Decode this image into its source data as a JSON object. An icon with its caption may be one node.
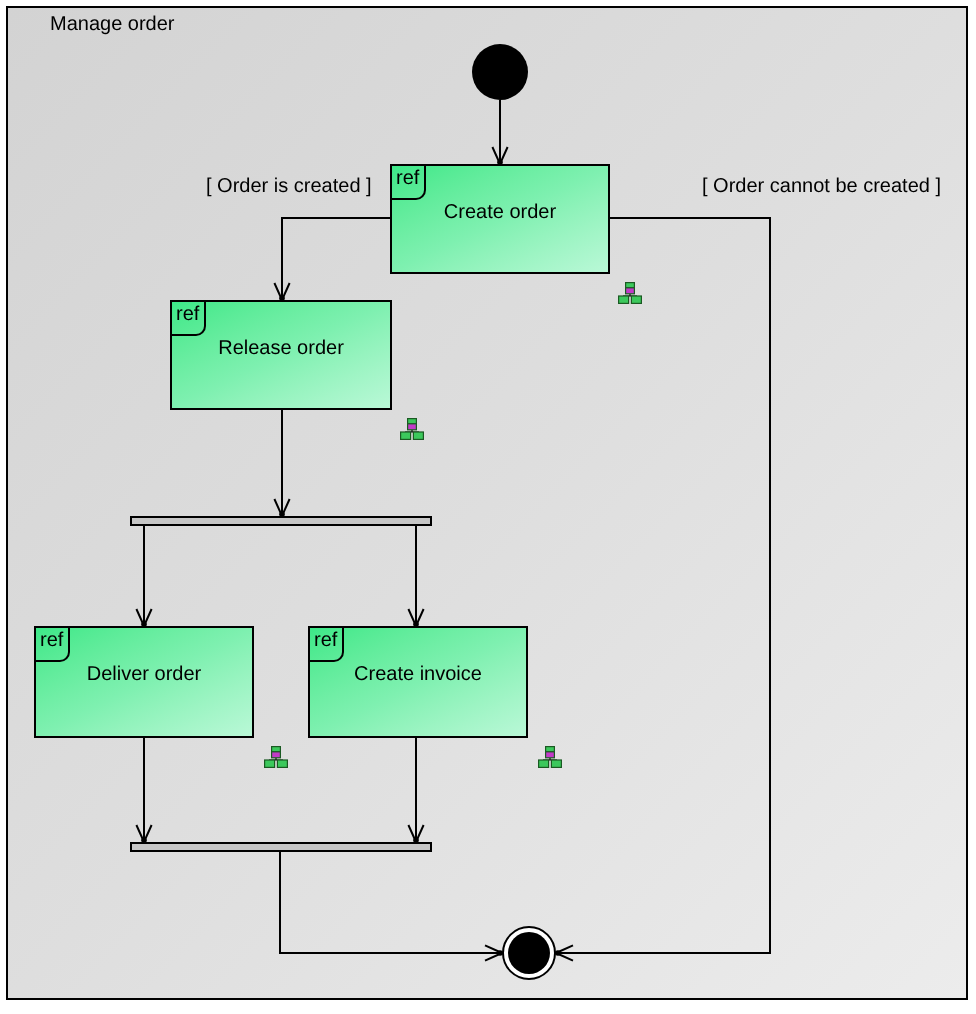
{
  "diagram": {
    "nodes": [
      {
        "text": [
          "Manage order"
        ]
      },
      {
        "text": [],
        "shape": "circle",
        "in": 0
      },
      {
        "text": [
          "ref",
          "Create order"
        ],
        "in": 0
      },
      {
        "text": [
          "ref",
          "Release order"
        ],
        "in": 0
      },
      {
        "text": [],
        "shape": "bar",
        "in": 0
      },
      {
        "text": [
          "ref",
          "Deliver order"
        ],
        "in": 0
      },
      {
        "text": [
          "ref",
          "Create invoice"
        ],
        "in": 0
      },
      {
        "text": [],
        "shape": "bar",
        "in": 0
      },
      {
        "text": [],
        "shape": "bullseye",
        "in": 0
      }
    ],
    "edges": [
      {
        "from": 1,
        "to": 2,
        "arrow": "to"
      },
      {
        "from": 2,
        "to": 3,
        "arrow": "to",
        "label": "[ Order is created ]"
      },
      {
        "from": 2,
        "to": 8,
        "arrow": "to",
        "label": "[ Order cannot be created ]"
      },
      {
        "from": 3,
        "to": 4,
        "arrow": "to"
      },
      {
        "from": 4,
        "to": 5,
        "arrow": "to"
      },
      {
        "from": 4,
        "to": 6,
        "arrow": "to"
      },
      {
        "from": 5,
        "to": 7,
        "arrow": "to"
      },
      {
        "from": 6,
        "to": 7,
        "arrow": "to"
      },
      {
        "from": 7,
        "to": 8,
        "arrow": "to"
      }
    ]
  }
}
